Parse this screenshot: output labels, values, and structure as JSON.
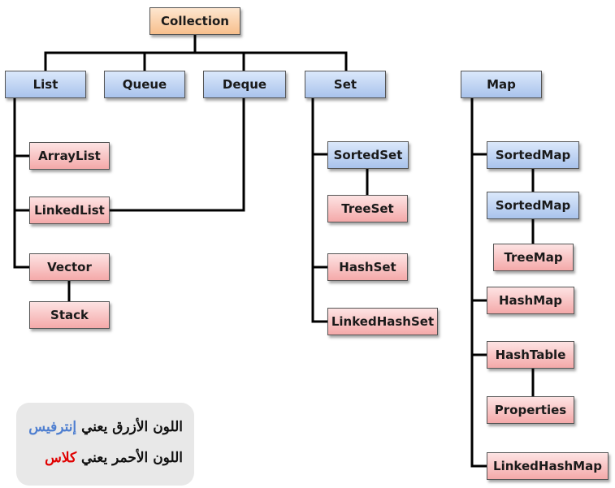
{
  "root": {
    "label": "Collection"
  },
  "interfaces": {
    "list": "List",
    "queue": "Queue",
    "deque": "Deque",
    "set": "Set",
    "map": "Map",
    "sorted_set": "SortedSet",
    "sorted_map_1": "SortedMap",
    "sorted_map_2": "SortedMap"
  },
  "classes": {
    "array_list": "ArrayList",
    "linked_list": "LinkedList",
    "vector": "Vector",
    "stack": "Stack",
    "tree_set": "TreeSet",
    "hash_set": "HashSet",
    "linked_hash_set": "LinkedHashSet",
    "tree_map": "TreeMap",
    "hash_map": "HashMap",
    "hash_table": "HashTable",
    "properties": "Properties",
    "linked_hash_map": "LinkedHashMap"
  },
  "legend": {
    "line1_prefix": "اللون الأزرق يعني",
    "line1_term": "إنترفيس",
    "line2_prefix": "اللون الأحمر يعني",
    "line2_term": "كلاس"
  },
  "colors": {
    "interface_fill": "#b8cff2",
    "class_fill": "#f6b7b7",
    "root_fill": "#f9cc9e",
    "legend_interface_text": "#4f7fd0",
    "legend_class_text": "#e00000"
  }
}
